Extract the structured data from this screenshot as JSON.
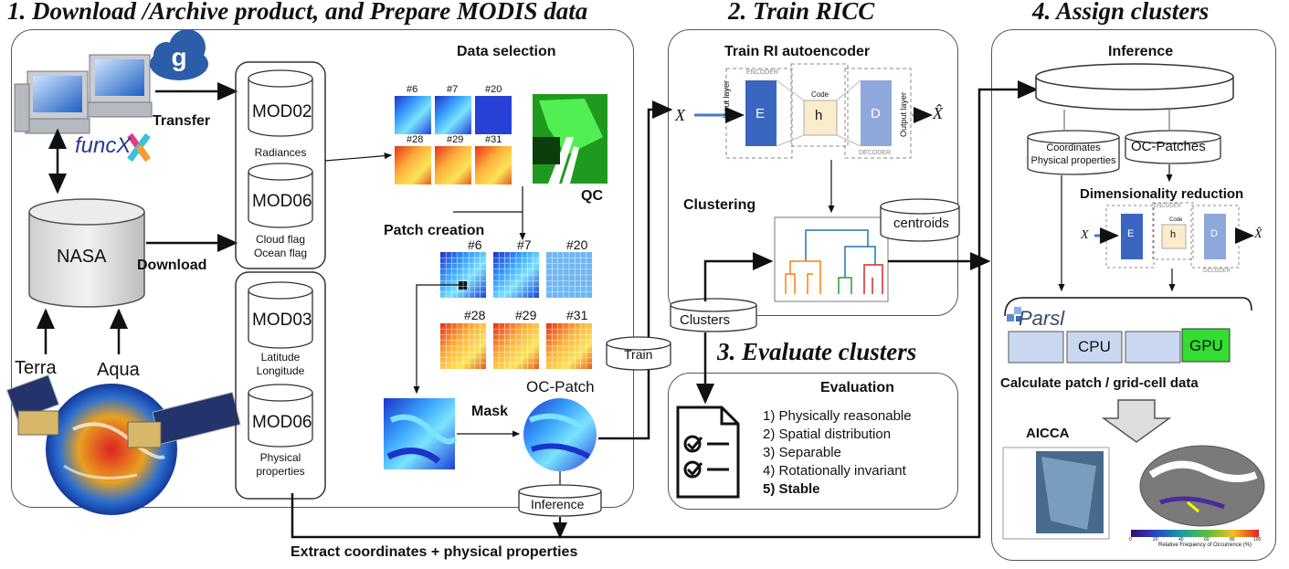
{
  "headings": {
    "s1": "1. Download /Archive product, and Prepare MODIS data",
    "s2": "2. Train RICC",
    "s3": "3. Evaluate clusters",
    "s4": "4. Assign clusters"
  },
  "section1": {
    "transfer": "Transfer",
    "download": "Download",
    "nasa": "NASA",
    "terra": "Terra",
    "aqua": "Aqua",
    "funcx": "funcX",
    "data_selection": "Data selection",
    "qc": "QC",
    "patch_creation": "Patch creation",
    "mask": "Mask",
    "oc_patch": "OC-Patch",
    "band_labels_top": [
      "#6",
      "#7",
      "#20",
      "#28",
      "#29",
      "#31"
    ],
    "band_labels_patch": [
      "#6",
      "#7",
      "#20",
      "#28",
      "#29",
      "#31"
    ],
    "cylinders": [
      {
        "name": "MOD02",
        "desc1": "Radiances",
        "desc2": ""
      },
      {
        "name": "MOD06",
        "desc1": "Cloud flag",
        "desc2": "Ocean flag"
      },
      {
        "name": "MOD03",
        "desc1": "Latitude",
        "desc2": "Longitude"
      },
      {
        "name": "MOD06",
        "desc1": "Physical",
        "desc2": "properties"
      }
    ],
    "train": "Train",
    "inference": "Inference",
    "extract": "Extract coordinates + physical properties"
  },
  "section2": {
    "train_ae": "Train RI autoencoder",
    "encoder": "ENCODER",
    "decoder": "DECODER",
    "code": "Code",
    "input_layer": "Input layer",
    "output_layer": "Output layer",
    "e": "E",
    "h": "h",
    "d": "D",
    "x": "X",
    "xhat": "X̂",
    "clustering": "Clustering",
    "centroids": "centroids",
    "clusters": "Clusters"
  },
  "section3": {
    "evaluation": "Evaluation",
    "items": [
      "1) Physically reasonable",
      "2) Spatial distribution",
      "3) Separable",
      "4) Rotationally invariant",
      "5) Stable"
    ]
  },
  "section4": {
    "inference": "Inference",
    "coordinates": "Coordinates",
    "physical": "Physical properties",
    "oc_patches": "OC-Patches",
    "dim_reduction": "Dimensionality  reduction",
    "parsl": "Parsl",
    "cpu": "CPU",
    "gpu": "GPU",
    "calc": "Calculate patch / grid-cell data",
    "aicca": "AICCA",
    "colorbar_label": "Relative Frequency of Occurrence (%)",
    "colorbar_ticks": [
      "0",
      "20",
      "40",
      "60",
      "80",
      "100"
    ]
  },
  "colors": {
    "encoder_blue": "#3a66c0",
    "decoder_blue": "#8ea8dc",
    "code_yellow": "#fbeccb",
    "cpu_box": "#c9d8f0",
    "gpu_green": "#33dd33"
  }
}
